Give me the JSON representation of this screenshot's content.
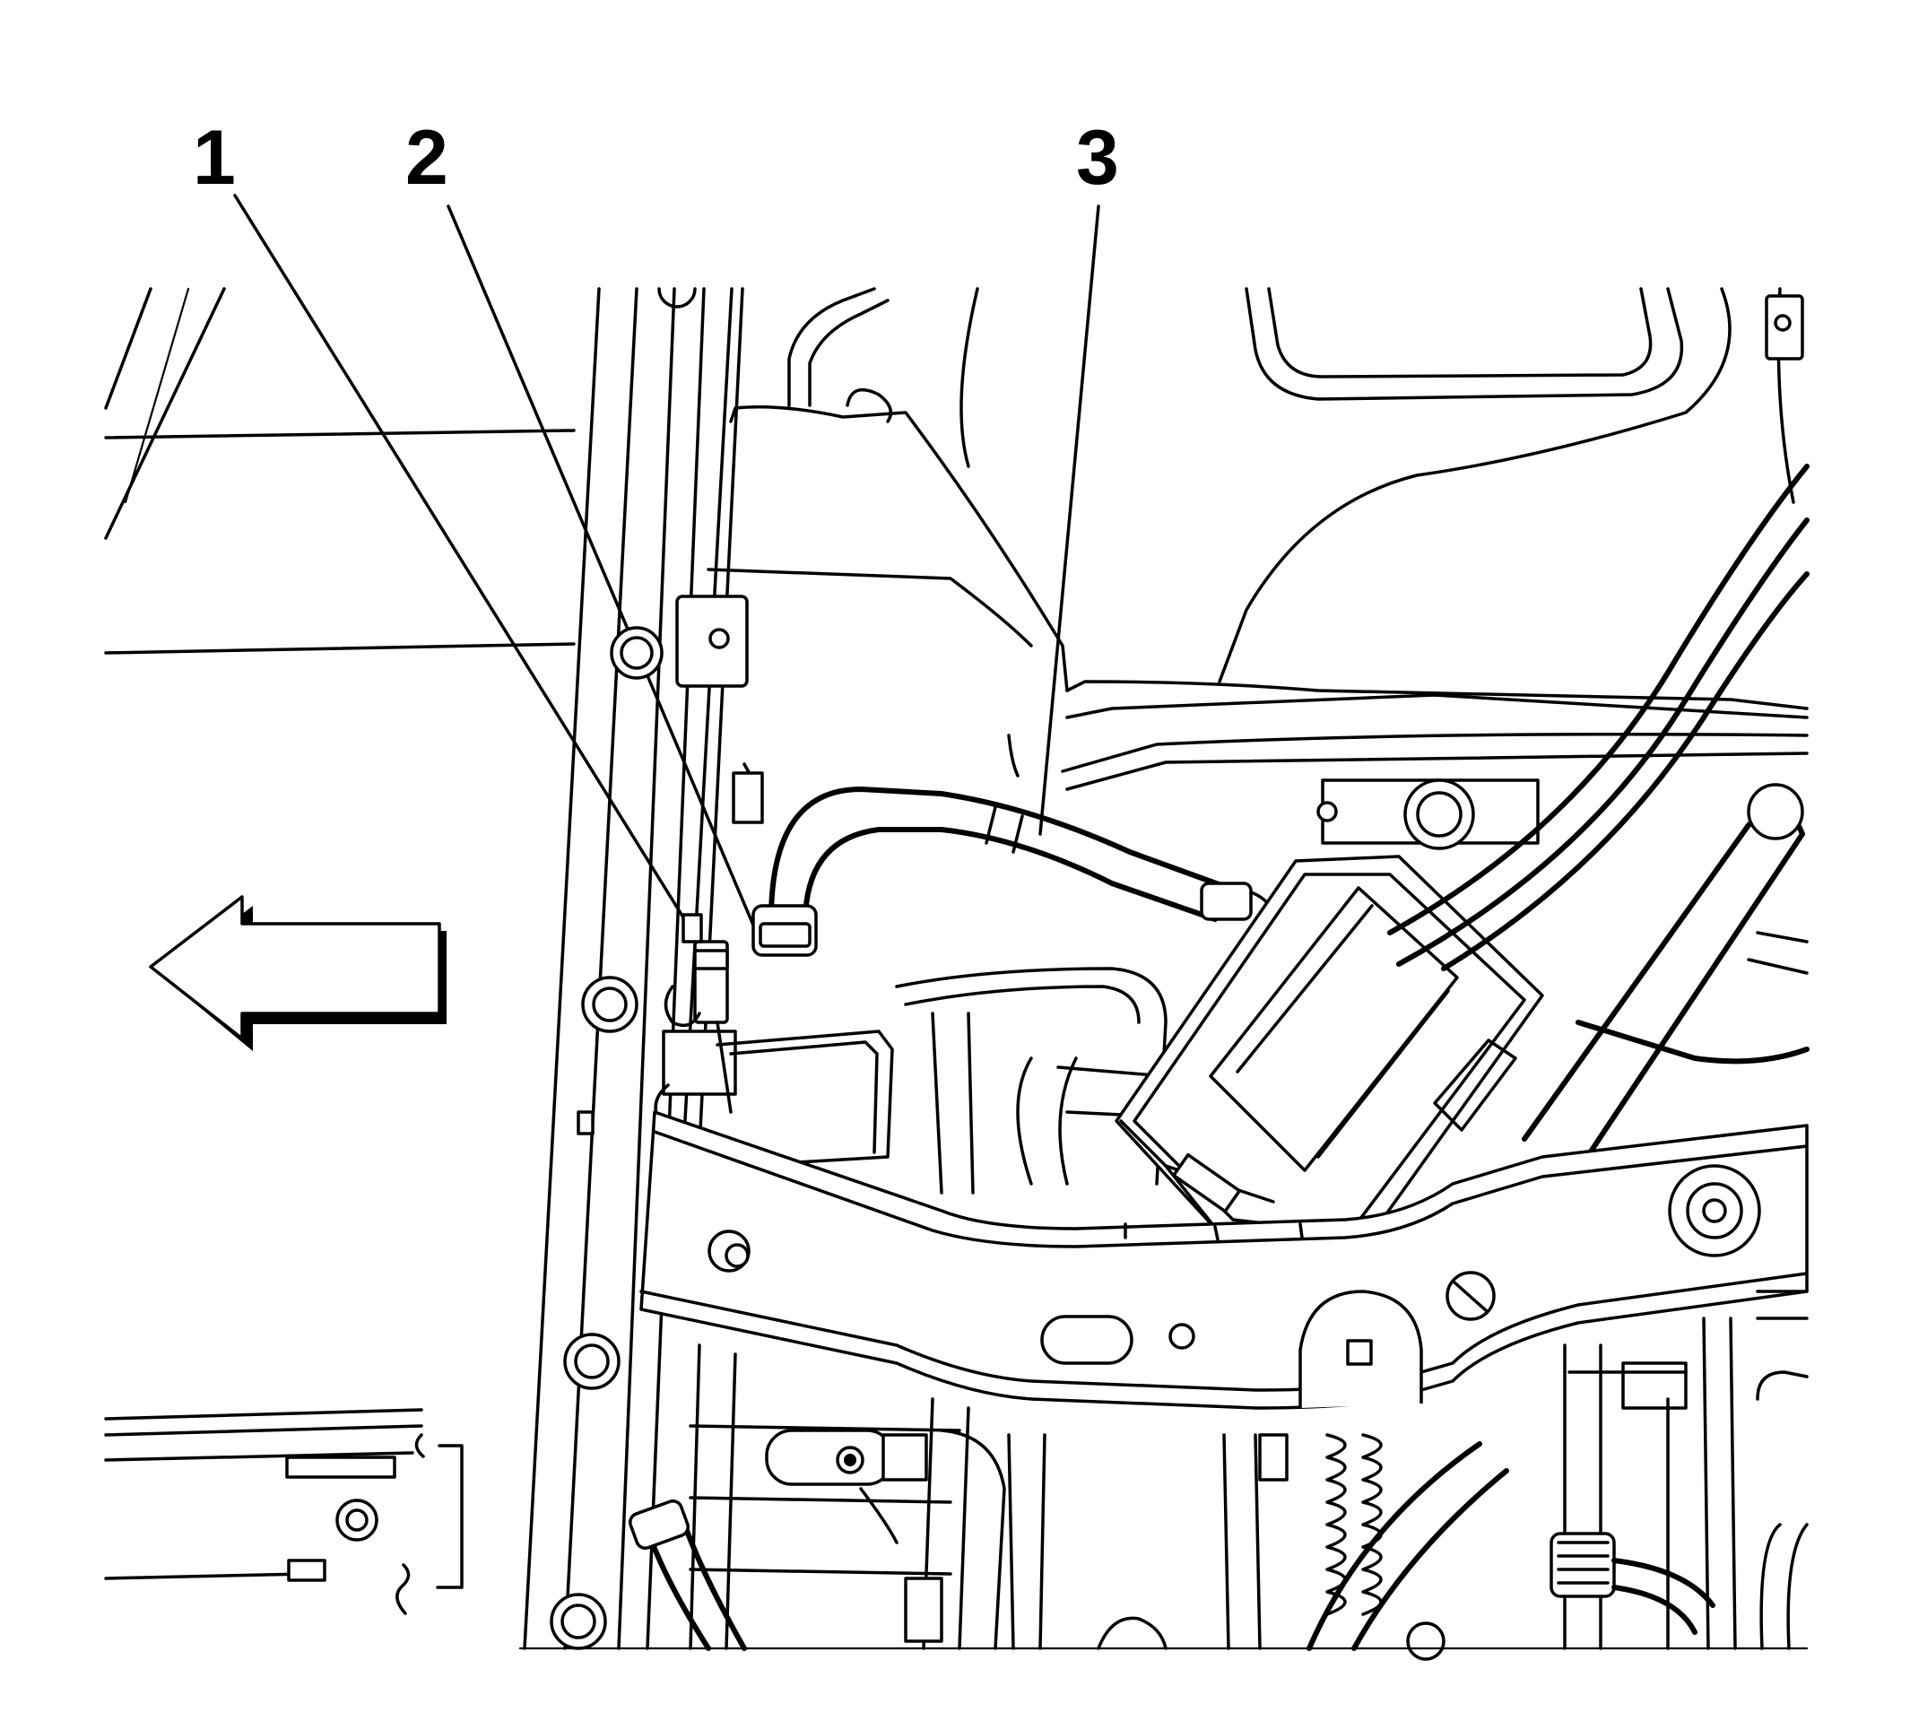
{
  "figure": {
    "callouts": [
      {
        "id": "1",
        "label": "1"
      },
      {
        "id": "2",
        "label": "2"
      },
      {
        "id": "3",
        "label": "3"
      }
    ],
    "direction_arrow": "left-arrow-icon"
  }
}
